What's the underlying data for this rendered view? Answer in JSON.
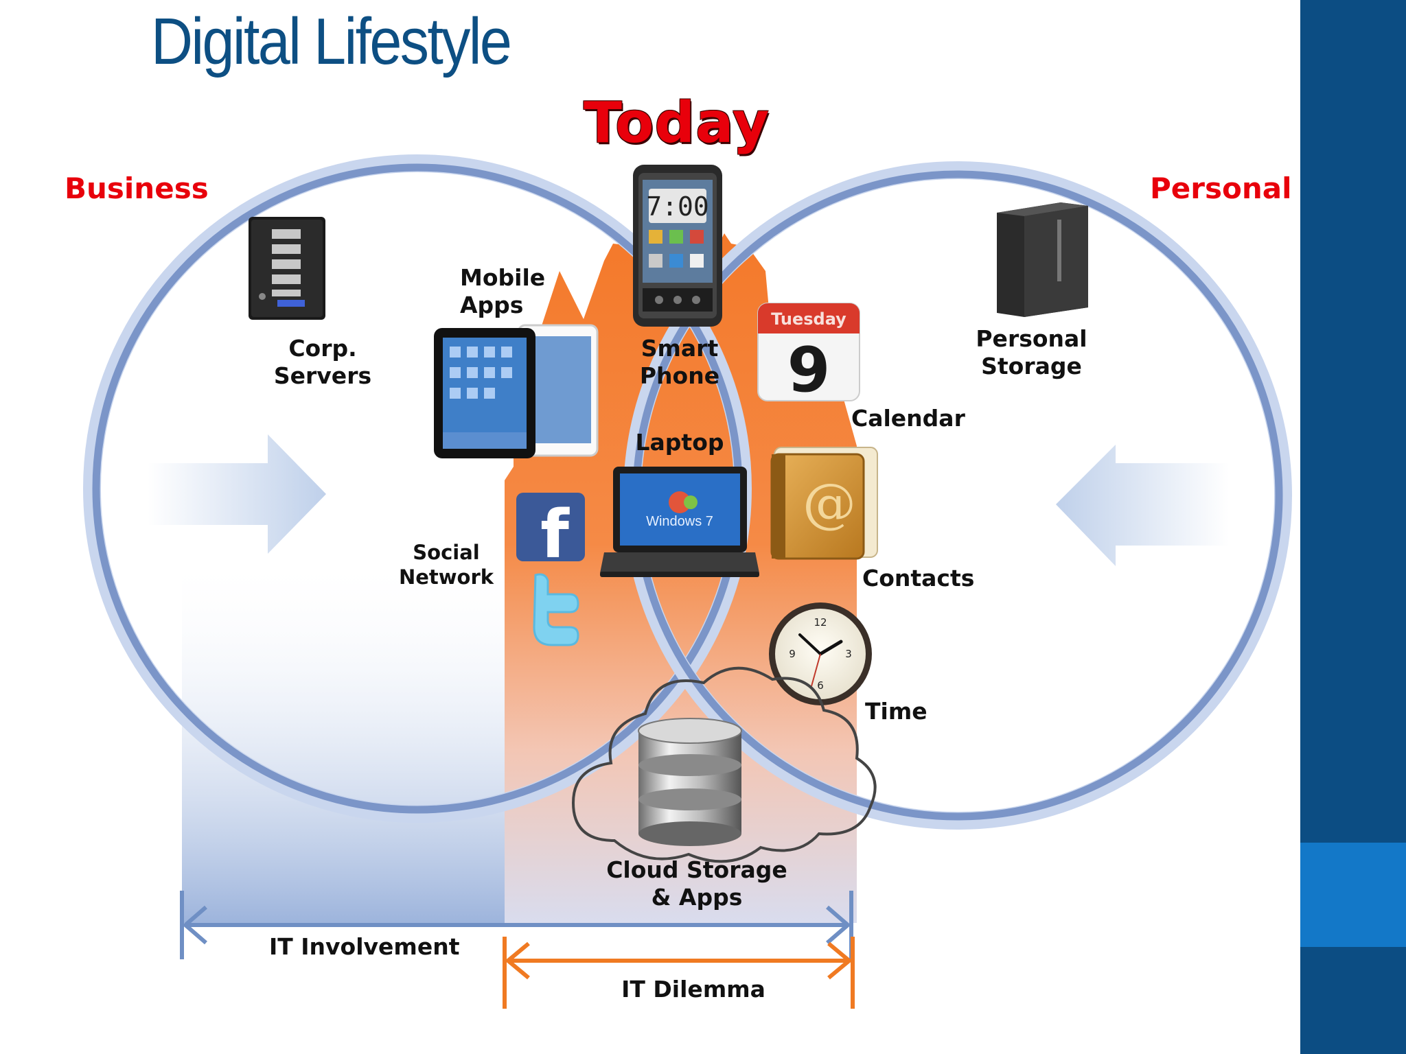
{
  "title": "Digital Lifestyle",
  "subtitle": "Today",
  "sides": {
    "left": "Business",
    "right": "Personal"
  },
  "items": {
    "corp_servers": "Corp.\nServers",
    "mobile_apps": "Mobile\nApps",
    "smart_phone": "Smart\nPhone",
    "laptop": "Laptop",
    "calendar": "Calendar",
    "personal_storage": "Personal\nStorage",
    "social_network": "Social\nNetwork",
    "contacts": "Contacts",
    "time": "Time",
    "cloud": "Cloud Storage\n& Apps"
  },
  "icon_text": {
    "phone_clock": "7:00",
    "calendar_day": "Tuesday",
    "calendar_date": "9",
    "laptop_os": "Windows 7",
    "contacts_symbol": "@",
    "facebook_symbol": "f"
  },
  "ranges": {
    "it_involvement": "IT Involvement",
    "it_dilemma": "IT Dilemma"
  },
  "icons": [
    "server-icon",
    "tablet-icon",
    "smartphone-icon",
    "calendar-icon",
    "hard-drive-icon",
    "laptop-icon",
    "facebook-icon",
    "twitter-icon",
    "address-book-icon",
    "clock-icon",
    "database-icon",
    "cloud-icon",
    "arrow-right-icon",
    "arrow-left-icon"
  ],
  "colors": {
    "title": "#0d4f83",
    "accent_red": "#e8000b",
    "circle": "#7b95c8",
    "zone_orange": "#f4792a",
    "involvement_arrow": "#6f8fc4",
    "dilemma_arrow": "#f07a22",
    "panel_dark": "#0c4d83",
    "panel_light": "#1378c8"
  }
}
